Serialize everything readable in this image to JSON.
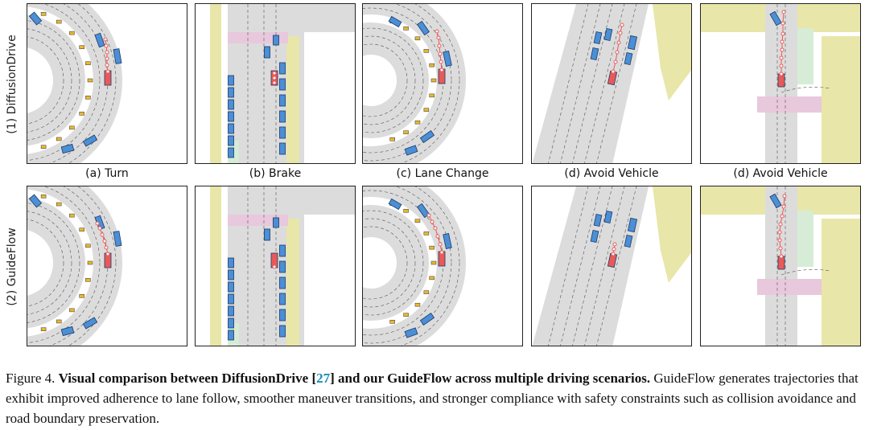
{
  "rows": [
    {
      "label": "(1) DiffusionDrive"
    },
    {
      "label": "(2) GuideFlow"
    }
  ],
  "captions": [
    "(a) Turn",
    "(b) Brake",
    "(c) Lane Change",
    "(d) Avoid Vehicle",
    "(d) Avoid Vehicle"
  ],
  "figure_caption": {
    "prefix": "Figure 4.",
    "bold_a": "Visual comparison between DiffusionDrive [",
    "ref": "27",
    "bold_b": "] and our GuideFlow across multiple driving scenarios.",
    "body": "GuideFlow generates trajectories that exhibit improved adherence to lane follow, smoother maneuver transitions, and stronger compliance with safety constraints such as collision avoidance and road boundary preservation."
  },
  "colors": {
    "road": "#dcdcdc",
    "lane_line": "#555555",
    "boundary": "#e8e6a8",
    "crosswalk": "#e8c8dc",
    "green_zone": "#d6ecd6",
    "vehicle": "#4b8fd6",
    "ego": "#e85a5a",
    "trajectory": "#e85a5a",
    "pedestrian_sign": "#e8b830"
  }
}
